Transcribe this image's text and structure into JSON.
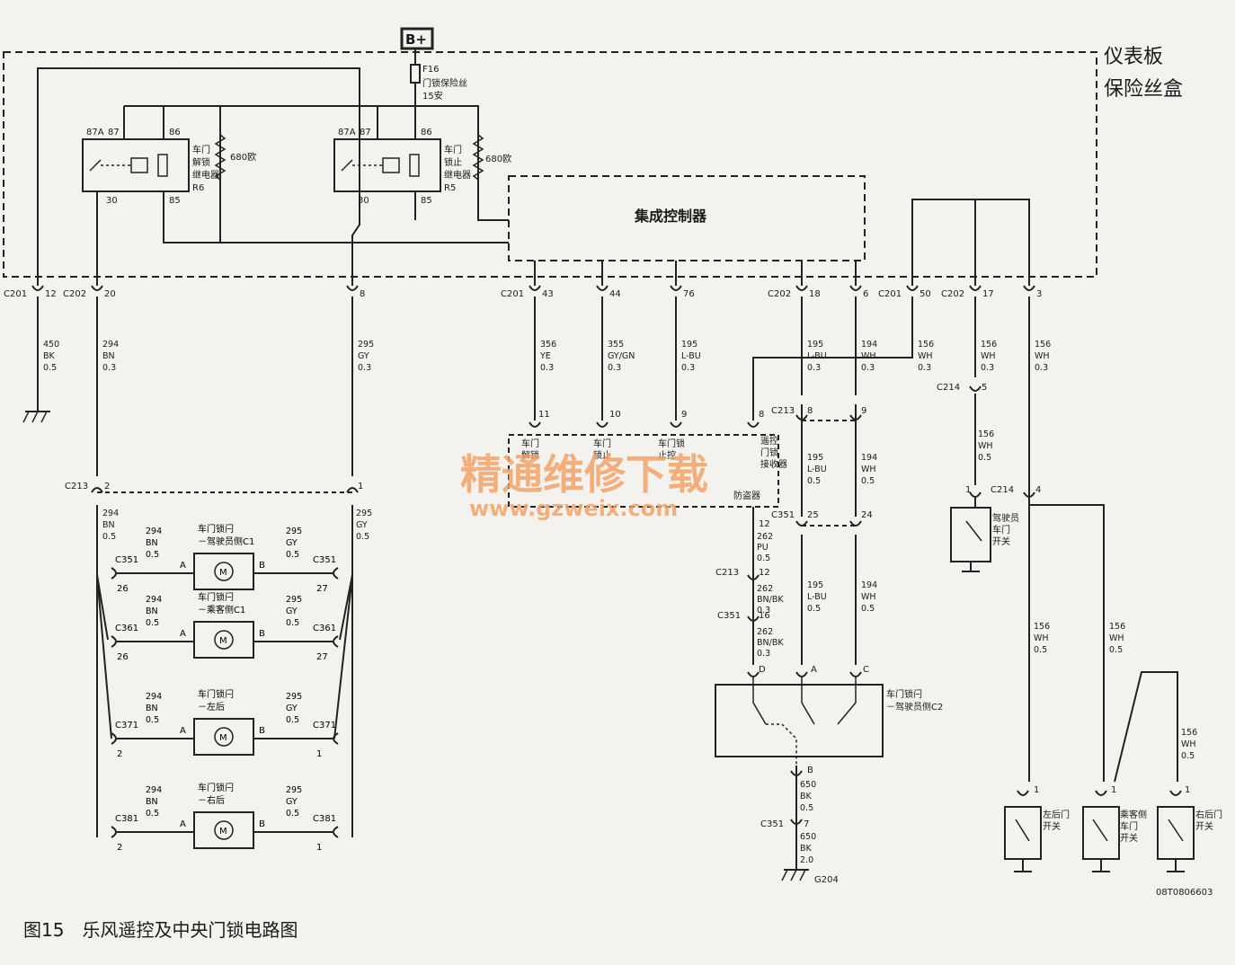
{
  "battery": "B+",
  "fuse": {
    "name": "F16",
    "desc": "门锁保险丝",
    "rating": "15安"
  },
  "fuse_box_title": [
    "仪表板",
    "保险丝盒"
  ],
  "resistor_value": "680欧",
  "relay_unlock": {
    "name": [
      "车门",
      "解锁",
      "继电器"
    ],
    "id": "R6"
  },
  "relay_lock": {
    "name": [
      "车门",
      "锁止",
      "继电器"
    ],
    "id": "R5"
  },
  "relay_pins": {
    "p87a": "87A",
    "p87": "87",
    "p86": "86",
    "p30": "30",
    "p85": "85"
  },
  "controller": "集成控制器",
  "top_connectors": [
    {
      "conn": "C201",
      "pin": "12",
      "wire": [
        "450",
        "BK",
        "0.5"
      ]
    },
    {
      "conn": "C202",
      "pin": "20",
      "wire": [
        "294",
        "BN",
        "0.3"
      ]
    },
    {
      "conn": "",
      "pin": "8",
      "wire": [
        "295",
        "GY",
        "0.3"
      ]
    },
    {
      "conn": "C201",
      "pin": "43",
      "wire": [
        "356",
        "YE",
        "0.3"
      ]
    },
    {
      "conn": "",
      "pin": "44",
      "wire": [
        "355",
        "GY/GN",
        "0.3"
      ]
    },
    {
      "conn": "",
      "pin": "76",
      "wire": [
        "195",
        "L-BU",
        "0.3"
      ]
    },
    {
      "conn": "C202",
      "pin": "18",
      "wire": [
        "195",
        "L-BU",
        "0.3"
      ]
    },
    {
      "conn": "",
      "pin": "6",
      "wire": [
        "194",
        "WH",
        "0.3"
      ]
    },
    {
      "conn": "C201",
      "pin": "50",
      "wire": [
        "156",
        "WH",
        "0.3"
      ]
    },
    {
      "conn": "C202",
      "pin": "17",
      "wire": [
        "156",
        "WH",
        "0.3"
      ]
    },
    {
      "conn": "",
      "pin": "3",
      "wire": [
        "156",
        "WH",
        "0.3"
      ]
    }
  ],
  "c213": {
    "conn": "C213",
    "pin_left": "2",
    "pin_right": "1",
    "wire_left": [
      "294",
      "BN",
      "0.5"
    ],
    "wire_right": [
      "295",
      "GY",
      "0.5"
    ]
  },
  "actuators": [
    {
      "name": [
        "车门锁闩",
        "－驾驶员侧C1"
      ],
      "conn": "C351",
      "pin_l": "26",
      "pin_r": "27"
    },
    {
      "name": [
        "车门锁闩",
        "－乘客侧C1"
      ],
      "conn": "C361",
      "pin_l": "26",
      "pin_r": "27"
    },
    {
      "name": [
        "车门锁闩",
        "－左后"
      ],
      "conn": "C371",
      "pin_l": "2",
      "pin_r": "1"
    },
    {
      "name": [
        "车门锁闩",
        "－右后"
      ],
      "conn": "C381",
      "pin_l": "2",
      "pin_r": "1"
    }
  ],
  "actuator_wire_l": [
    "294",
    "BN",
    "0.5"
  ],
  "actuator_wire_r": [
    "295",
    "GY",
    "0.5"
  ],
  "pin_a": "A",
  "pin_b": "B",
  "receiver_module": {
    "pins": [
      "11",
      "10",
      "9",
      "8"
    ],
    "labels": [
      "车门",
      "车门",
      "车门锁",
      "遥控"
    ],
    "labels2": [
      "解锁",
      "锁止",
      "止控",
      "门锁"
    ],
    "labels3": [
      "",
      "",
      "",
      "接收器"
    ],
    "bottom": "12",
    "extra": "防盗器"
  },
  "c213b": {
    "conn": "C213",
    "pin_l": "8",
    "pin_r": "9"
  },
  "c351b": {
    "conn": "C351",
    "pin_l": "25",
    "pin_r": "24"
  },
  "mid_wires": {
    "left": [
      "195",
      "L-BU",
      "0.5"
    ],
    "right": [
      "194",
      "WH",
      "0.5"
    ]
  },
  "purple": {
    "wire": [
      "262",
      "PU",
      "0.5"
    ],
    "c213_pin": "12",
    "c351_pin": "16",
    "wire2": [
      "262",
      "BN/BK",
      "0.3"
    ],
    "c213": "C213",
    "c351": "C351"
  },
  "latch_c2": {
    "name": [
      "车门锁闩",
      "－驾驶员侧C2"
    ],
    "pins": [
      "D",
      "A",
      "C",
      "B"
    ]
  },
  "ground_wire": {
    "w1": [
      "650",
      "BK",
      "0.5"
    ],
    "conn": "C351",
    "pin": "7",
    "w2": [
      "650",
      "BK",
      "2.0"
    ],
    "ground": "G204"
  },
  "c214": {
    "conn": "C214",
    "pin_top": "5",
    "pin_bot": "4",
    "wire": [
      "156",
      "WH",
      "0.5"
    ],
    "pin_sw": "1"
  },
  "driver_switch": [
    "驾驶员",
    "车门",
    "开关"
  ],
  "door_switches": [
    {
      "name": [
        "左后门",
        "开关"
      ],
      "pin": "1"
    },
    {
      "name": [
        "乘客侧",
        "车门",
        "开关"
      ],
      "pin": "1"
    },
    {
      "name": [
        "右后门",
        "开关"
      ],
      "pin": "1"
    }
  ],
  "sw_wires": [
    [
      "156",
      "WH",
      "0.5"
    ],
    [
      "156",
      "WH",
      "0.5"
    ],
    [
      "156",
      "WH",
      "0.5"
    ]
  ],
  "code": "08T0806603",
  "caption": "图15　乐风遥控及中央门锁电路图",
  "watermark": [
    "精通维修下载",
    "www.gzweix.com"
  ]
}
